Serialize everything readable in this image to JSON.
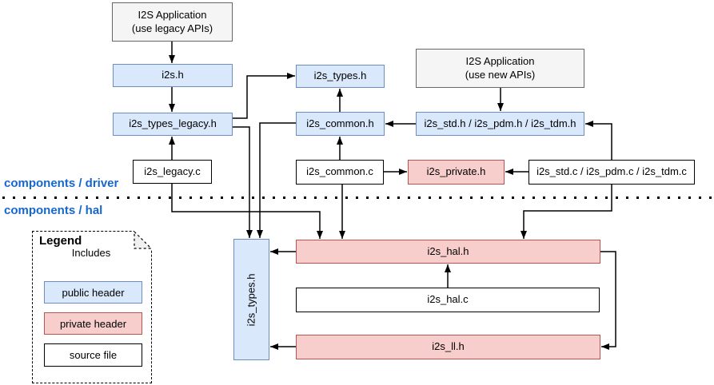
{
  "sections": {
    "driver": "components / driver",
    "hal": "components / hal"
  },
  "nodes": {
    "app_legacy": {
      "line1": "I2S Application",
      "line2": "(use legacy APIs)",
      "type": "application"
    },
    "app_new": {
      "line1": "I2S Application",
      "line2": "(use new APIs)",
      "type": "application"
    },
    "i2s_h": {
      "label": "i2s.h",
      "type": "public header"
    },
    "i2s_types_legacy_h": {
      "label": "i2s_types_legacy.h",
      "type": "public header"
    },
    "i2s_legacy_c": {
      "label": "i2s_legacy.c",
      "type": "source file"
    },
    "i2s_types_h": {
      "label": "i2s_types.h",
      "type": "public header"
    },
    "i2s_common_h": {
      "label": "i2s_common.h",
      "type": "public header"
    },
    "i2s_common_c": {
      "label": "i2s_common.c",
      "type": "source file"
    },
    "i2s_std_pdm_tdm_h": {
      "label": "i2s_std.h / i2s_pdm.h / i2s_tdm.h",
      "type": "public header"
    },
    "i2s_private_h": {
      "label": "i2s_private.h",
      "type": "private header"
    },
    "i2s_std_pdm_tdm_c": {
      "label": "i2s_std.c / i2s_pdm.c / i2s_tdm.c",
      "type": "source file"
    },
    "i2s_types_h_hal": {
      "label": "i2s_types.h",
      "type": "public header"
    },
    "i2s_hal_h": {
      "label": "i2s_hal.h",
      "type": "private header"
    },
    "i2s_hal_c": {
      "label": "i2s_hal.c",
      "type": "source file"
    },
    "i2s_ll_h": {
      "label": "i2s_ll.h",
      "type": "private header"
    }
  },
  "legend": {
    "title": "Legend",
    "arrow_label": "Includes",
    "public": "public header",
    "private": "private header",
    "source": "source file"
  },
  "colors": {
    "public_header_fill": "#dae8fc",
    "public_header_border": "#6c8ebf",
    "private_header_fill": "#f8cecc",
    "private_header_border": "#b85450",
    "application_fill": "#f5f5f5",
    "application_border": "#666666",
    "source_file_fill": "#ffffff",
    "source_file_border": "#000000",
    "section_label": "#1766cc",
    "connector": "#000000"
  }
}
